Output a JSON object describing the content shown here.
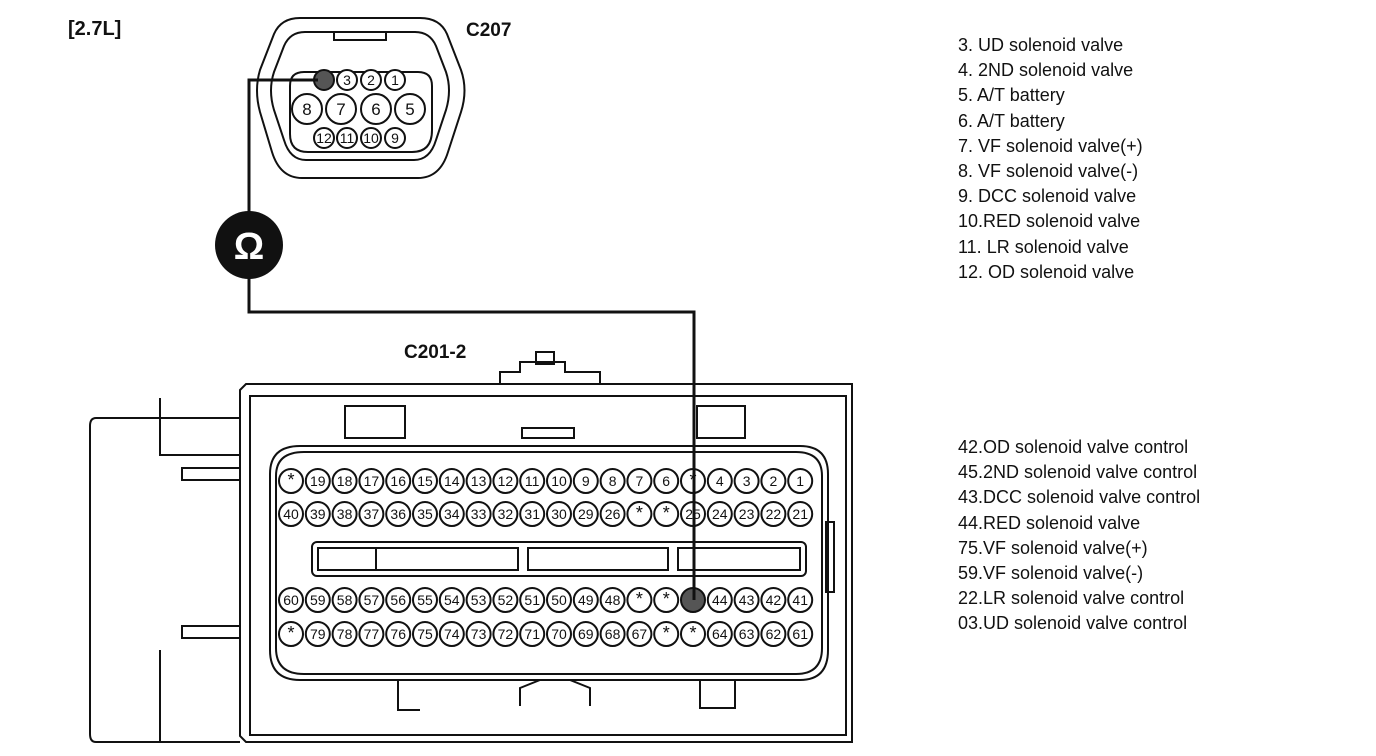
{
  "engine_label": "[2.7L]",
  "c207": {
    "title": "C207",
    "row1": [
      "",
      "3",
      "2",
      "1"
    ],
    "row2": [
      "8",
      "7",
      "6",
      "5"
    ],
    "row3": [
      "12",
      "11",
      "10",
      "9"
    ]
  },
  "ohm_symbol": "Ω",
  "c201": {
    "title": "C201-2",
    "row1": [
      "*",
      "19",
      "18",
      "17",
      "16",
      "15",
      "14",
      "13",
      "12",
      "11",
      "10",
      "9",
      "8",
      "7",
      "6",
      "*",
      "4",
      "3",
      "2",
      "1"
    ],
    "row2": [
      "40",
      "39",
      "38",
      "37",
      "36",
      "35",
      "34",
      "33",
      "32",
      "31",
      "30",
      "29",
      "26",
      "*",
      "*",
      "25",
      "24",
      "23",
      "22",
      "21"
    ],
    "row3": [
      "60",
      "59",
      "58",
      "57",
      "56",
      "55",
      "54",
      "53",
      "52",
      "51",
      "50",
      "49",
      "48",
      "*",
      "*",
      "",
      "44",
      "43",
      "42",
      "41"
    ],
    "row4": [
      "*",
      "79",
      "78",
      "77",
      "76",
      "75",
      "74",
      "73",
      "72",
      "71",
      "70",
      "69",
      "68",
      "67",
      "*",
      "*",
      "64",
      "63",
      "62",
      "61"
    ]
  },
  "legend_top": [
    "3. UD solenoid valve",
    "4. 2ND solenoid valve",
    "5. A/T battery",
    "6. A/T battery",
    "7. VF solenoid valve(+)",
    "8. VF solenoid valve(-)",
    "9. DCC solenoid valve",
    "10.RED solenoid valve",
    "11. LR solenoid valve",
    "12. OD solenoid valve"
  ],
  "legend_bottom": [
    "42.OD solenoid valve control",
    "45.2ND solenoid valve control",
    "43.DCC solenoid valve control",
    "44.RED solenoid valve",
    "75.VF solenoid valve(+)",
    "59.VF solenoid valve(-)",
    "22.LR solenoid valve control",
    "03.UD solenoid valve control"
  ]
}
